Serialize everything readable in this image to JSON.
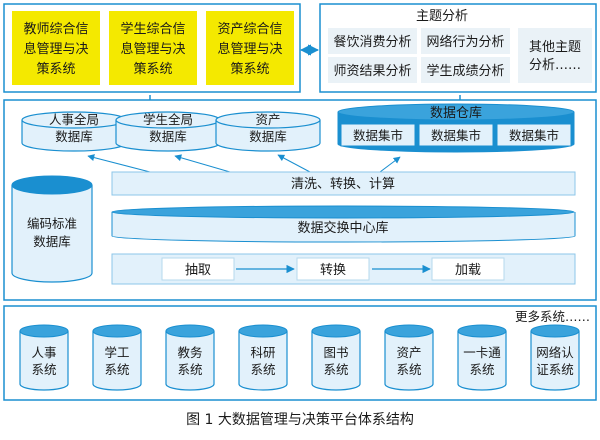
{
  "top": {
    "app_boxes": [
      {
        "lines": [
          "教师综合信",
          "息管理与决",
          "策系统"
        ]
      },
      {
        "lines": [
          "学生综合信",
          "息管理与决",
          "策系统"
        ]
      },
      {
        "lines": [
          "资产综合信",
          "息管理与决",
          "策系统"
        ]
      }
    ],
    "theme": {
      "title": "主题分析",
      "items": [
        "餐饮消费分析",
        "网络行为分析",
        "师资结果分析",
        "学生成绩分析"
      ],
      "other_lines": [
        "其他主题",
        "分析……"
      ]
    }
  },
  "middle": {
    "databases": [
      {
        "lines": [
          "人事全局",
          "数据库"
        ]
      },
      {
        "lines": [
          "学生全局",
          "数据库"
        ]
      },
      {
        "lines": [
          "资产",
          "数据库"
        ]
      }
    ],
    "warehouse": {
      "title": "数据仓库",
      "marts": [
        "数据集市",
        "数据集市",
        "数据集市"
      ]
    },
    "coding_db": [
      "编码标准",
      "数据库"
    ],
    "clean_bar": "清洗、转换、计算",
    "exchange": "数据交换中心库",
    "etl_steps": [
      "抽取",
      "转换",
      "加载"
    ]
  },
  "bottom": {
    "more_label": "更多系统……",
    "systems": [
      [
        "人事",
        "系统"
      ],
      [
        "学工",
        "系统"
      ],
      [
        "教务",
        "系统"
      ],
      [
        "科研",
        "系统"
      ],
      [
        "图书",
        "系统"
      ],
      [
        "资产",
        "系统"
      ],
      [
        "一卡通",
        "系统"
      ],
      [
        "网络认",
        "证系统"
      ]
    ]
  },
  "caption": "图 1 大数据管理与决策平台体系结构",
  "colors": {
    "frame": "#1a8fd0",
    "light_fill": "#e2f1fb",
    "dark_blue": "#1a8fd0",
    "app_yellow": "#f4e900",
    "theme_fill": "#eaf2f7"
  }
}
